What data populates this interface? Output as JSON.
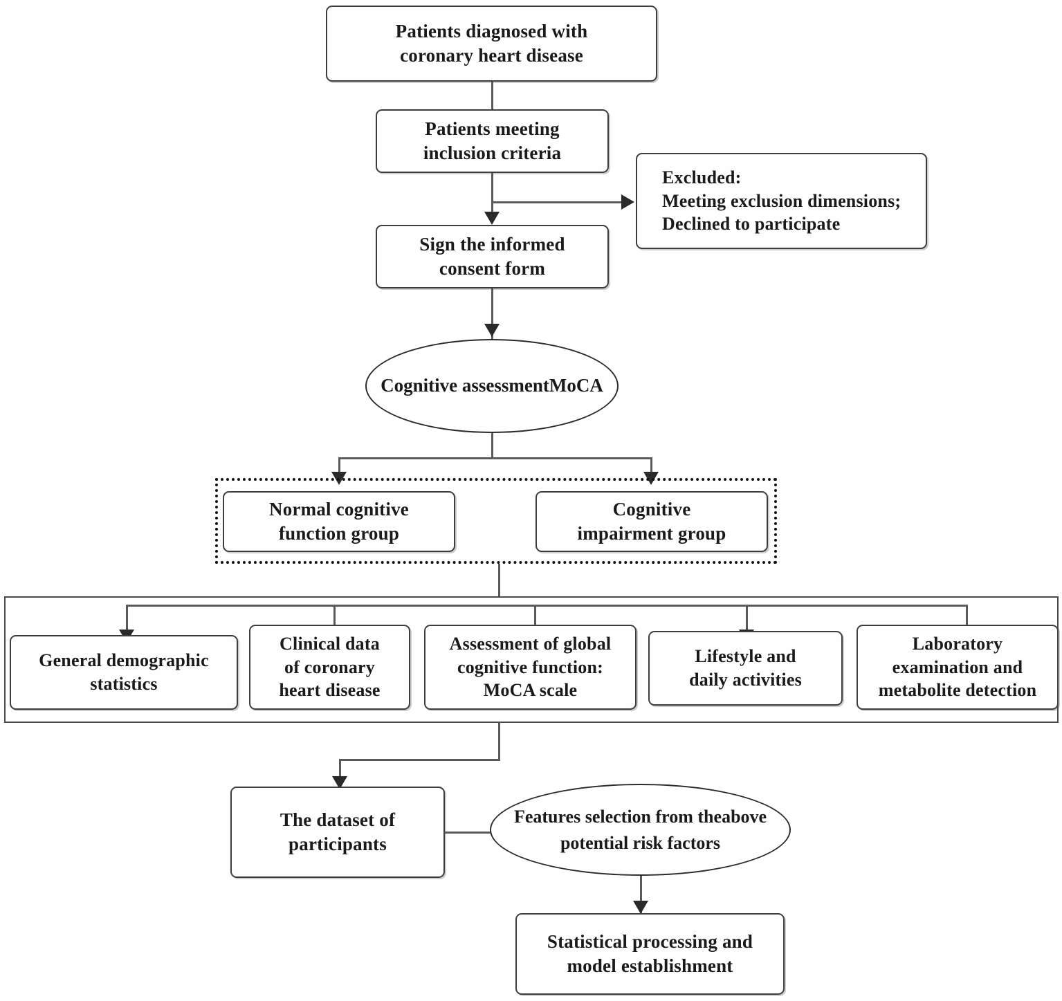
{
  "diagram": {
    "title": "Study enrollment and analysis flowchart",
    "type": "flowchart",
    "colors": {
      "box_border": "#3d3d3d",
      "line": "#5a5a5a",
      "arrow": "#2a2a2a",
      "text": "#1a1a1a",
      "background": "#ffffff",
      "dotted_group_border": "#111111"
    },
    "nodes": {
      "diagnosed": {
        "shape": "rounded-rect",
        "line1": "Patients diagnosed with",
        "line2": "coronary heart disease"
      },
      "inclusion": {
        "shape": "rounded-rect",
        "line1": "Patients meeting",
        "line2": "inclusion criteria"
      },
      "excluded": {
        "shape": "rounded-rect",
        "line1": "Excluded:",
        "line2": "Meeting  exclusion  dimensions;",
        "line3": "Declined to participate"
      },
      "consent": {
        "shape": "rounded-rect",
        "line1": "Sign the informed",
        "line2": "consent form"
      },
      "assessment": {
        "shape": "ellipse",
        "line1": "Cognitive assessment",
        "line2": "MoCA"
      },
      "normal_group": {
        "shape": "rounded-rect",
        "line1": "Normal cognitive",
        "line2": "function group"
      },
      "impairment_group": {
        "shape": "rounded-rect",
        "line1": "Cognitive",
        "line2": "impairment group"
      },
      "demographics": {
        "shape": "rounded-rect",
        "line1": "General demographic",
        "line2": "statistics"
      },
      "clinical_data": {
        "shape": "rounded-rect",
        "line1": "Clinical data",
        "line2": "of coronary",
        "line3": "heart disease"
      },
      "global_cognition": {
        "shape": "rounded-rect",
        "line1": "Assessment of global",
        "line2": "cognitive function:",
        "line3": "MoCA scale"
      },
      "lifestyle": {
        "shape": "rounded-rect",
        "line1": "Lifestyle and",
        "line2": "daily activities"
      },
      "laboratory": {
        "shape": "rounded-rect",
        "line1": "Laboratory",
        "line2": "examination and",
        "line3": "metabolite detection"
      },
      "dataset": {
        "shape": "rounded-rect",
        "line1": "The dataset of",
        "line2": "participants"
      },
      "features": {
        "shape": "ellipse",
        "line1": "Features selection from the",
        "line2": "above potential risk factors"
      },
      "statistics_model": {
        "shape": "rounded-rect",
        "line1": "Statistical processing and",
        "line2": "model establishment"
      }
    },
    "groups": {
      "cognition_groups": {
        "style": "dotted",
        "label": ""
      },
      "data_collection": {
        "style": "solid",
        "label": ""
      }
    }
  }
}
